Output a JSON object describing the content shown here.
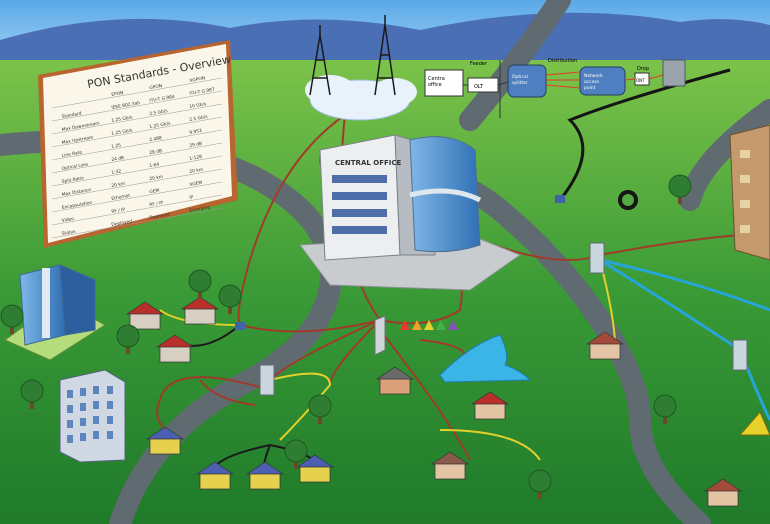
{
  "board": {
    "title": "PON Standards - Overview",
    "headers": [
      "",
      "EPON",
      "GPON",
      "XGPON"
    ],
    "rows": [
      [
        "Standard",
        "IEEE 802.3ah",
        "ITU-T G.984",
        "ITU-T G.987"
      ],
      [
        "Max Downstream",
        "1.25 Gb/s",
        "2.5 Gb/s",
        "10 Gb/s"
      ],
      [
        "Max Upstream",
        "1.25 Gb/s",
        "1.25 Gb/s",
        "2.5 Gb/s"
      ],
      [
        "Line Rate",
        "1.25",
        "2.488",
        "9.953"
      ],
      [
        "Optical Loss",
        "24 dB",
        "28 dB",
        "29 dB"
      ],
      [
        "Split Ratio",
        "1:32",
        "1:64",
        "1:128"
      ],
      [
        "Max Distance",
        "20 km",
        "20 km",
        "20 km"
      ],
      [
        "Encapsulation",
        "Ethernet",
        "GEM",
        "XGEM"
      ],
      [
        "Video",
        "RF / IP",
        "RF / IP",
        "IP"
      ],
      [
        "Status",
        "Deployed",
        "Deployed",
        "Emerging"
      ]
    ]
  },
  "central_office": {
    "sign": "CENTRAL OFFICE"
  },
  "feeder": {
    "feeder_label": "Feeder",
    "distribution_label": "Distribution",
    "drop_label": "Drop",
    "co_box": "Centra\noffice",
    "olt_label": "OLT",
    "splitter_label": "Optical\nsplitter",
    "network_label": "Network\naccess\npoint",
    "ont_label": "ONT"
  }
}
